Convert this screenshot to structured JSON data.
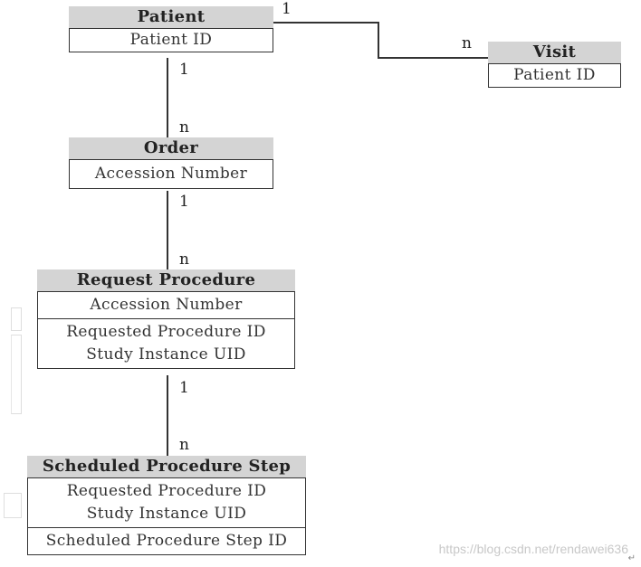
{
  "entities": {
    "patient": {
      "title": "Patient",
      "fields": [
        "Patient ID"
      ]
    },
    "visit": {
      "title": "Visit",
      "fields": [
        "Patient ID"
      ]
    },
    "order": {
      "title": "Order",
      "fields": [
        "Accession Number"
      ]
    },
    "request_procedure": {
      "title": "Request Procedure",
      "section1": [
        "Accession Number"
      ],
      "section2": [
        "Requested Procedure ID",
        "Study Instance UID"
      ]
    },
    "scheduled_procedure_step": {
      "title": "Scheduled Procedure Step",
      "section1": [
        "Requested Procedure ID",
        "Study Instance UID"
      ],
      "section2": [
        "Scheduled Procedure Step ID"
      ]
    }
  },
  "relationships": {
    "patient_visit": {
      "from_card": "1",
      "to_card": "n"
    },
    "patient_order": {
      "from_card": "1",
      "to_card": "n"
    },
    "order_request": {
      "from_card": "1",
      "to_card": "n"
    },
    "request_sps": {
      "from_card": "1",
      "to_card": "n"
    }
  },
  "watermark": "https://blog.csdn.net/rendawei636",
  "corner_mark": "↵"
}
